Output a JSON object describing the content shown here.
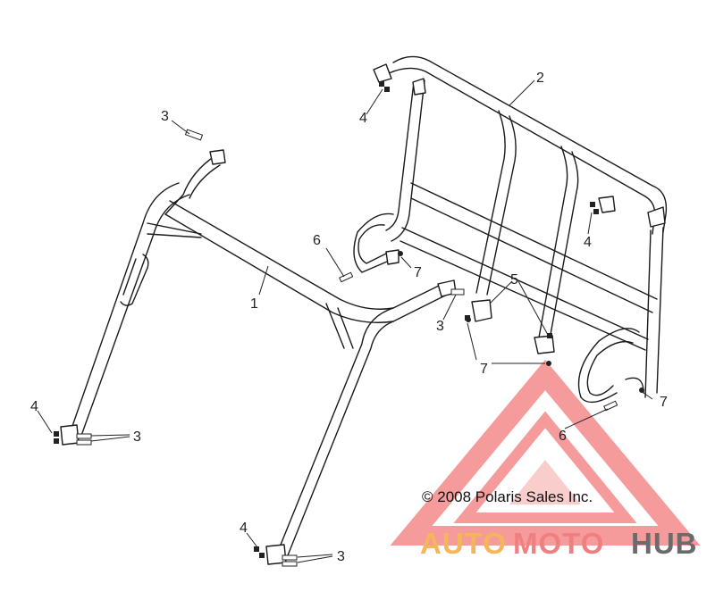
{
  "diagram": {
    "copyright": "© 2008 Polaris Sales Inc.",
    "callouts": [
      "1",
      "2",
      "3",
      "4",
      "5",
      "6",
      "7"
    ]
  },
  "watermark": {
    "part1": "AUTO",
    "part2": "MOTO",
    "part3": "HUB",
    "colors": {
      "auto": "#f5b55a",
      "moto": "#f08080",
      "hub": "#6b6b6b",
      "triangle": "#f27a7a"
    }
  }
}
